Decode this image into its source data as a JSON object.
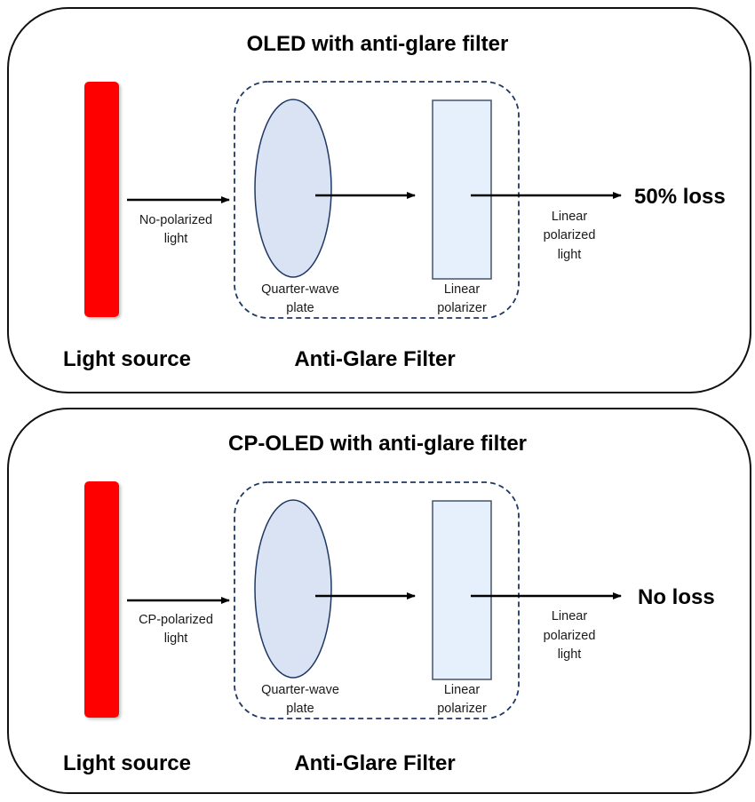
{
  "colors": {
    "light_source": "#ff0000",
    "quarter_wave_fill": "#dae3f3",
    "polarizer_fill": "#e6f0fc",
    "element_stroke": "#1f3864",
    "arrow": "#000000"
  },
  "panels": [
    {
      "title": "OLED with anti-glare filter",
      "input_label_line1": "No-polarized",
      "input_label_line2": "light",
      "quarter_wave_line1": "Quarter-wave",
      "quarter_wave_line2": "plate",
      "polarizer_line1": "Linear",
      "polarizer_line2": "polarizer",
      "output_label_line1": "Linear",
      "output_label_line2": "polarized",
      "output_label_line3": "light",
      "result": "50% loss",
      "light_source_label": "Light source",
      "filter_label": "Anti-Glare Filter"
    },
    {
      "title": "CP-OLED with anti-glare filter",
      "input_label_line1": "CP-polarized",
      "input_label_line2": "light",
      "quarter_wave_line1": "Quarter-wave",
      "quarter_wave_line2": "plate",
      "polarizer_line1": "Linear",
      "polarizer_line2": "polarizer",
      "output_label_line1": "Linear",
      "output_label_line2": "polarized",
      "output_label_line3": "light",
      "result": "No loss",
      "light_source_label": "Light source",
      "filter_label": "Anti-Glare Filter"
    }
  ]
}
